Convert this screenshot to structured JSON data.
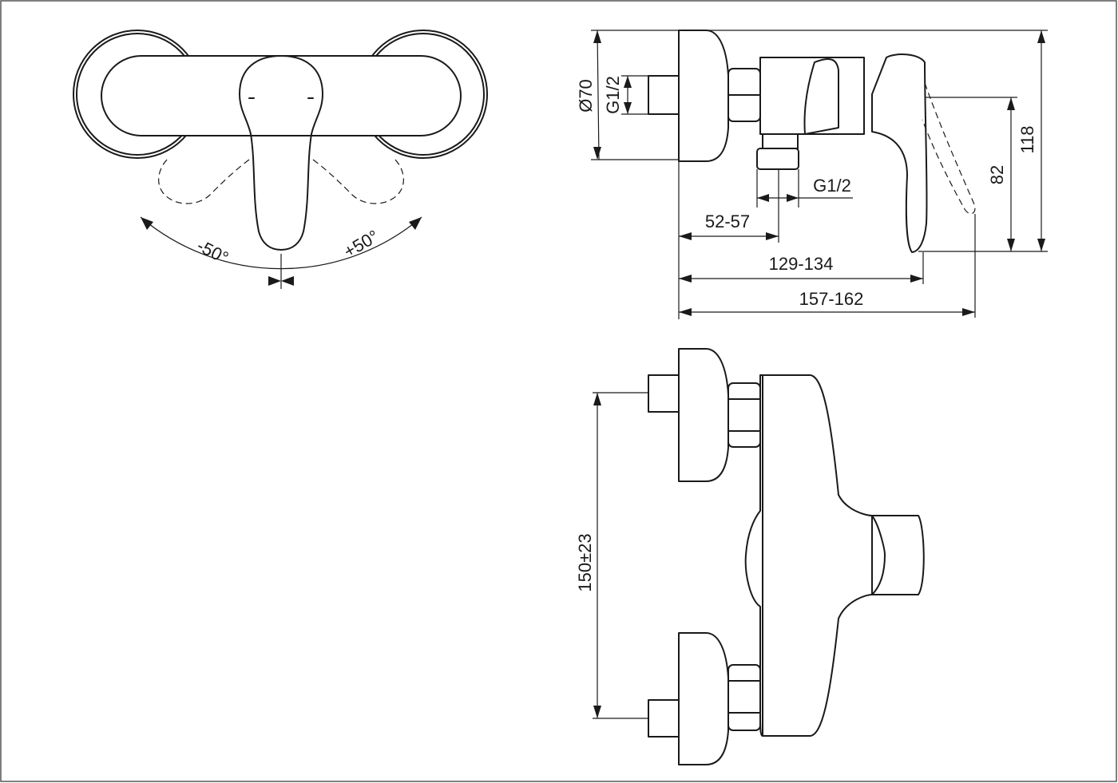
{
  "labels": {
    "angle_left": "-50°",
    "angle_right": "+50°",
    "diameter": "Ø70",
    "inlet_thread": "G1/2",
    "outlet_thread": "G1/2",
    "offset": "52-57",
    "depth_body": "129-134",
    "depth_total": "157-162",
    "height_lever": "82",
    "height_total": "118",
    "centers": "150±23"
  }
}
